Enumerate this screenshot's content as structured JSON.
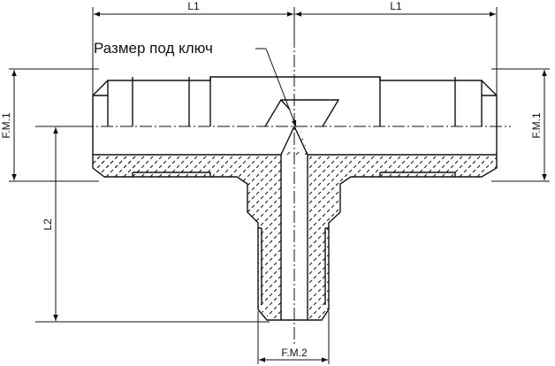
{
  "labels": {
    "l1_left": "L1",
    "l1_right": "L1",
    "l2": "L2",
    "fm1_left": "F.M.1",
    "fm1_right": "F.M.1",
    "fm2": "F.M.2",
    "wrench_note": "Размер под ключ"
  },
  "colors": {
    "line": "#111111",
    "background": "#ffffff"
  }
}
